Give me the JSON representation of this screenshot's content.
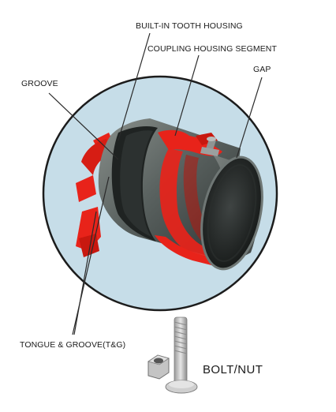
{
  "labels": {
    "built_in_tooth_housing": "BUILT-IN TOOTH HOUSING",
    "coupling_housing_segment": "COUPLING HOUSING SEGMENT",
    "gap": "GAP",
    "groove": "GROOVE",
    "tongue_and_groove": "TONGUE & GROOVE(T&G)",
    "bolt_nut": "BOLT/NUT"
  },
  "colors": {
    "background_circle": "#c6dde8",
    "circle_outline": "#1c1c1c",
    "housing_red": "#e8231a",
    "pipe_gray": "#5a6260",
    "leader_line": "#2a2a2a",
    "metal_light": "#d4d4d4"
  }
}
